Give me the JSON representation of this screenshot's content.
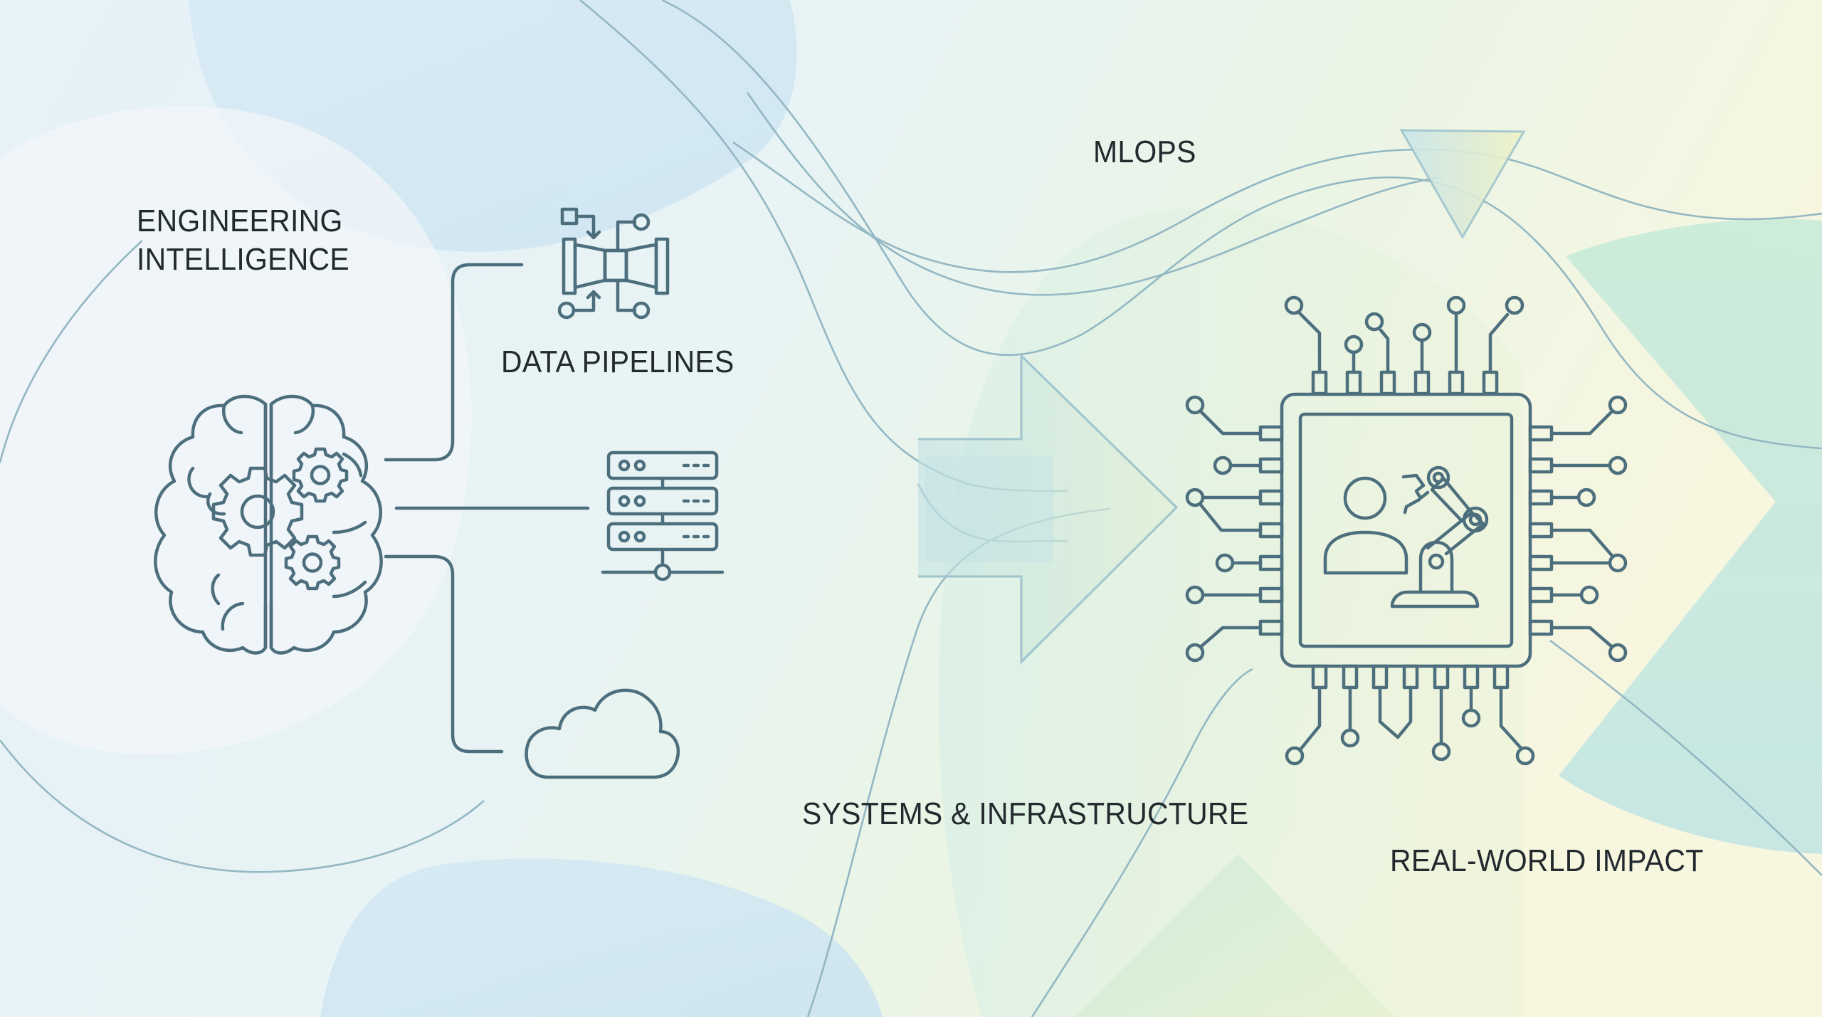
{
  "diagram": {
    "labels": {
      "engineering_intelligence": [
        "ENGINEERING",
        "INTELLIGENCE"
      ],
      "data_pipelines": "DATA PIPELINES",
      "mlops": "MLOPS",
      "systems_infrastructure": "SYSTEMS & INFRASTRUCTURE",
      "real_world_impact": "REAL-WORLD IMPACT"
    },
    "nodes": [
      {
        "id": "brain",
        "icon": "brain-gears-icon",
        "label_ref": "engineering_intelligence"
      },
      {
        "id": "pipeline",
        "icon": "data-pipeline-icon",
        "label_ref": "data_pipelines"
      },
      {
        "id": "server",
        "icon": "server-rack-icon"
      },
      {
        "id": "cloud",
        "icon": "cloud-icon"
      },
      {
        "id": "arrow",
        "icon": "large-arrow-right-icon"
      },
      {
        "id": "mlops-marker",
        "icon": "triangle-down-icon",
        "label_ref": "mlops"
      },
      {
        "id": "chip",
        "icon": "ai-chip-human-robot-icon",
        "label_ref": "real_world_impact"
      }
    ],
    "edges": [
      {
        "from": "brain",
        "to": "pipeline"
      },
      {
        "from": "brain",
        "to": "server"
      },
      {
        "from": "brain",
        "to": "cloud"
      },
      {
        "from": "arrow",
        "to": "chip"
      }
    ],
    "colors": {
      "stroke": "#4d6f7d",
      "text": "#232a2e",
      "gradient_blue": "#c6e1f1",
      "gradient_yellow": "#f3f1c0",
      "accent_teal": "#bfe6dc",
      "background_light": "#eaf3f8"
    }
  }
}
